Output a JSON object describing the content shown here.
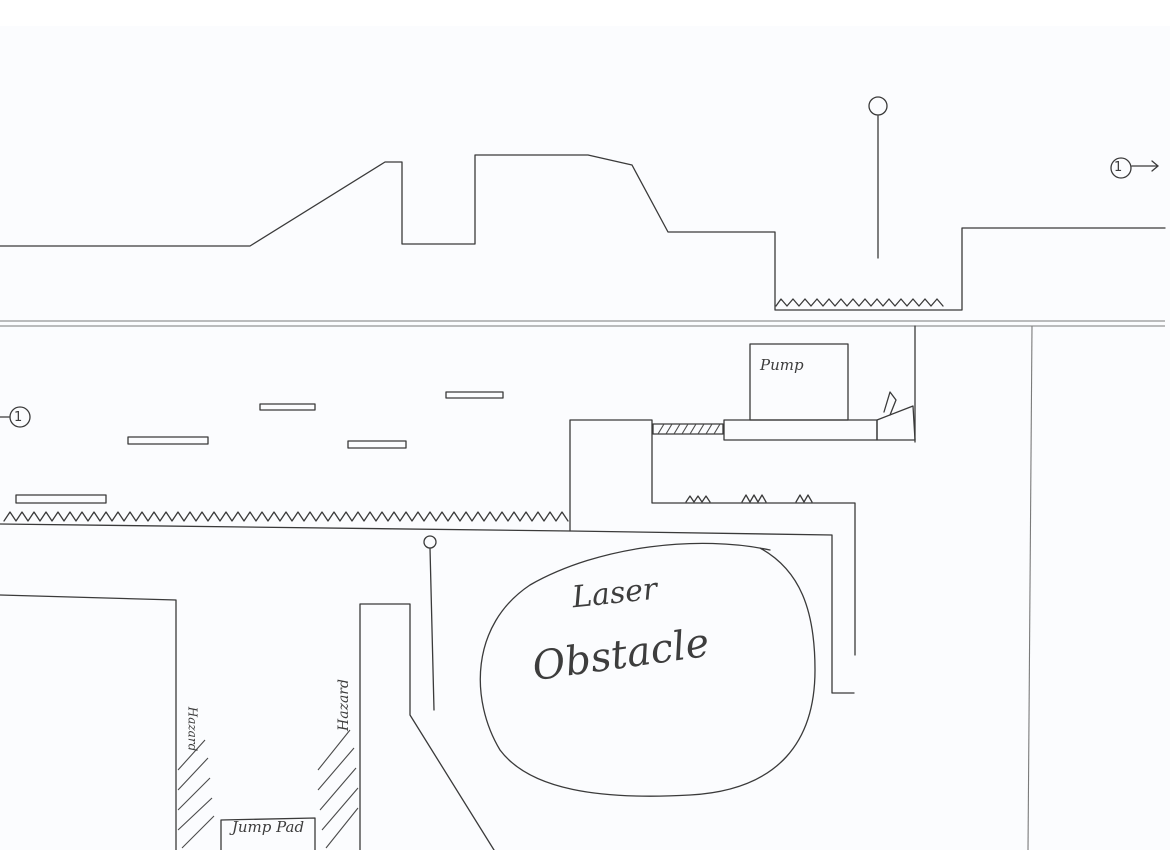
{
  "labels": {
    "laser": "Laser",
    "obstacle": "Obstacle",
    "pump": "Pump",
    "jump_pad": "Jump Pad",
    "hazard_1": "Hazard",
    "hazard_2": "Hazard"
  },
  "markers": {
    "exit_right": "1",
    "entry_left": "1"
  }
}
